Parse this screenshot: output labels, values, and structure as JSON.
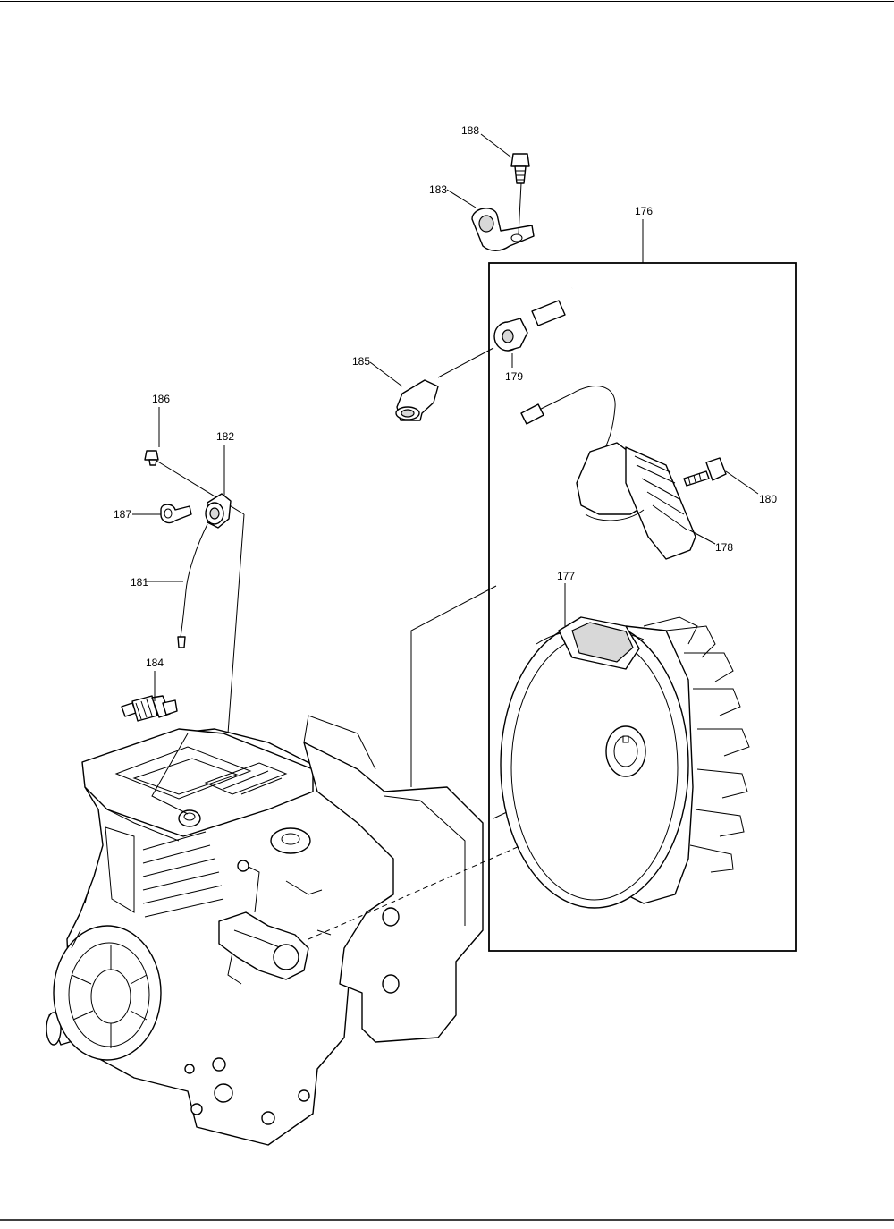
{
  "callouts": {
    "c176": "176",
    "c177": "177",
    "c178": "178",
    "c179": "179",
    "c180": "180",
    "c181": "181",
    "c182": "182",
    "c183": "183",
    "c184": "184",
    "c185": "185",
    "c186": "186",
    "c187": "187",
    "c188": "188"
  }
}
